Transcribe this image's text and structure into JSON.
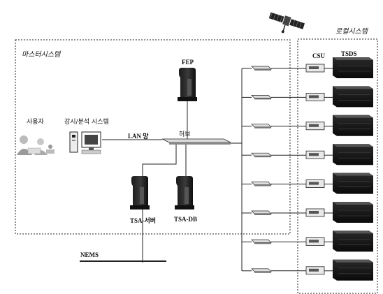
{
  "master_system": {
    "title": "마스터시스템"
  },
  "local_system": {
    "title": "로컬시스템",
    "csu_label": "CSU",
    "tsds_label": "TSDS",
    "unit_count": 8
  },
  "nodes": {
    "user": "사용자",
    "monitor": "감시/분석 시스템",
    "lan": "LAN 망",
    "fep": "FEP",
    "hub": "허브",
    "tsa_server": "TSA-서버",
    "tsa_db": "TSA-DB",
    "nems": "NEMS"
  },
  "icons": [
    "satellite-icon",
    "users-icon",
    "workstation-icon",
    "server-tower-icon",
    "modem-icon",
    "csu-icon",
    "tsds-rack-icon"
  ]
}
